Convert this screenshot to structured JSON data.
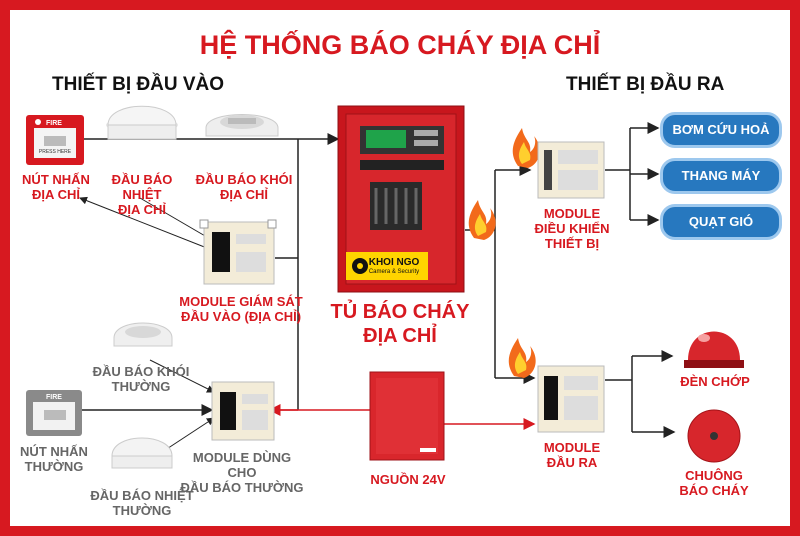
{
  "title": "HỆ THỐNG BÁO CHÁY ĐỊA CHỈ",
  "sections": {
    "input": "THIẾT BỊ ĐẦU VÀO",
    "output": "THIẾT BỊ ĐẦU RA"
  },
  "center": {
    "line1": "TỦ BÁO CHÁY",
    "line2": "ĐỊA CHỈ",
    "logo_text": "KHOI NGO",
    "logo_sub": "Camera & Security"
  },
  "addressable_inputs": {
    "call_point": [
      "NÚT NHẤN",
      "ĐỊA CHỈ"
    ],
    "heat_detector": [
      "ĐẦU BÁO NHIỆT",
      "ĐỊA CHỈ"
    ],
    "smoke_detector": [
      "ĐẦU BÁO KHÓI",
      "ĐỊA CHỈ"
    ],
    "monitor_module": [
      "MODULE GIÁM SÁT",
      "ĐẦU VÀO (ĐỊA CHỈ)"
    ]
  },
  "conventional_inputs": {
    "smoke_detector": [
      "ĐẦU BÁO KHÓI",
      "THƯỜNG"
    ],
    "call_point": [
      "NÚT NHẤN",
      "THƯỜNG"
    ],
    "heat_detector": [
      "ĐẦU BÁO NHIỆT",
      "THƯỜNG"
    ],
    "zone_module": [
      "MODULE DÙNG CHO",
      "ĐẦU BÁO THƯỜNG"
    ]
  },
  "control_module": [
    "MODULE",
    "ĐIỀU KHIỂN",
    "THIẾT BỊ"
  ],
  "control_targets": [
    "BƠM CỨU HOẢ",
    "THANG MÁY",
    "QUẠT GIÓ"
  ],
  "output_module": [
    "MODULE",
    "ĐẦU RA"
  ],
  "strobe": "ĐÈN CHỚP",
  "bell": [
    "CHUÔNG",
    "BÁO CHÁY"
  ],
  "power": "NGUỒN 24V",
  "device_text": {
    "fire": "FIRE",
    "press": "PRESS HERE"
  },
  "colors": {
    "accent": "#d71920",
    "pill": "#2778bf",
    "grey_label": "#666666"
  }
}
